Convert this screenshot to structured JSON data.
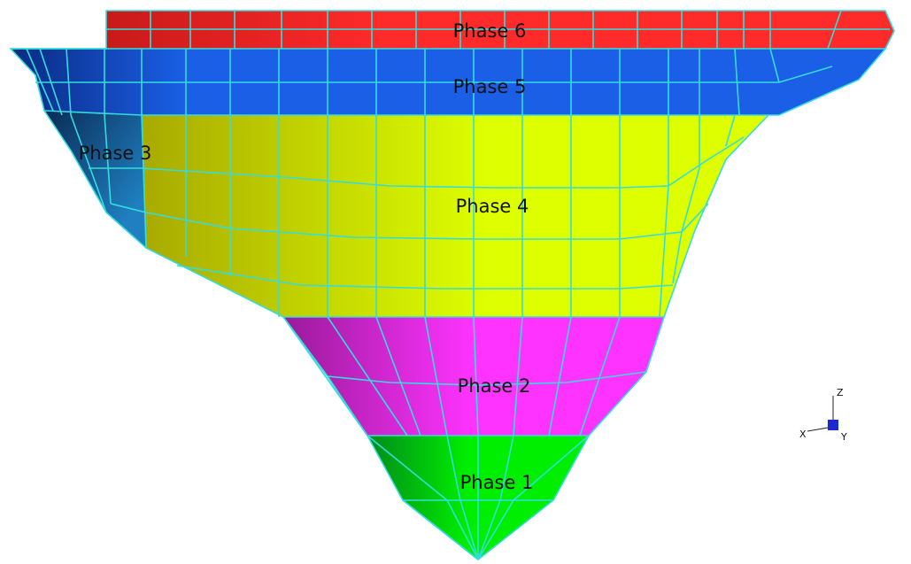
{
  "phases": [
    {
      "id": "phase-6",
      "label": "Phase 6",
      "color": "#ff2a2a",
      "dark": "#c81a1a"
    },
    {
      "id": "phase-5",
      "label": "Phase 5",
      "color": "#1a5fe6",
      "dark": "#0a2a80"
    },
    {
      "id": "phase-3",
      "label": "Phase 3",
      "color": "#1f7fc0",
      "dark": "#0a2a55"
    },
    {
      "id": "phase-4",
      "label": "Phase 4",
      "color": "#ddff00",
      "dark": "#a8aa00"
    },
    {
      "id": "phase-2",
      "label": "Phase 2",
      "color": "#ff33ff",
      "dark": "#9a1a9a"
    },
    {
      "id": "phase-1",
      "label": "Phase 1",
      "color": "#00ee00",
      "dark": "#008a1a"
    }
  ],
  "mesh_color": "#33dddd",
  "axes": {
    "z": "Z",
    "x": "X",
    "y": "Y",
    "marker_color": "#1a2ad0"
  }
}
